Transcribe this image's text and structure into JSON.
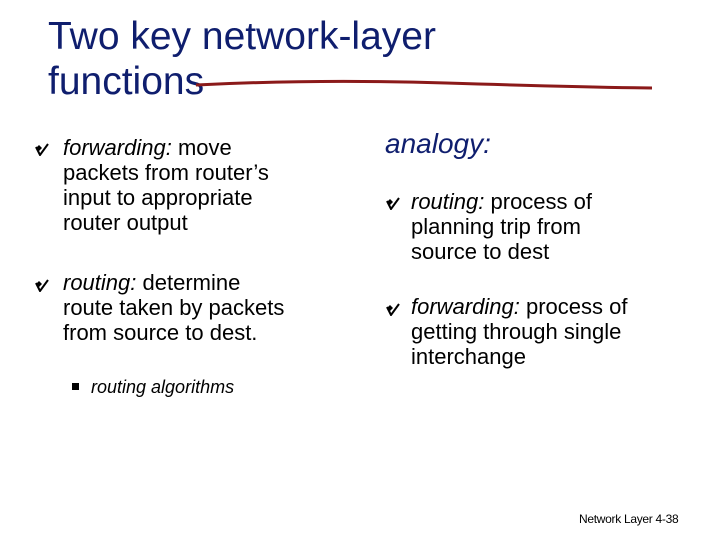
{
  "slide": {
    "title_line1": "Two key network-layer",
    "title_line2": "functions",
    "accent_color": "#0f1e6e",
    "bullet_icon": "checkmark-diamond-bullet"
  },
  "left": {
    "bullets": [
      {
        "term": "forwarding:",
        "text_l1": " move",
        "text_l2": "packets from router’s",
        "text_l3": "input to appropriate",
        "text_l4": "router output"
      },
      {
        "term": "routing:",
        "text_l1": " determine",
        "text_l2": "route taken by packets",
        "text_l3": "from source to dest."
      }
    ],
    "sub_bullet": "routing algorithms"
  },
  "right": {
    "heading": "analogy:",
    "bullets": [
      {
        "term": "routing:",
        "text_l1": " process of",
        "text_l2": "planning trip from",
        "text_l3": "source to dest"
      },
      {
        "term": "forwarding:",
        "text_l1": " process of",
        "text_l2": "getting through single",
        "text_l3": "interchange"
      }
    ]
  },
  "footer": {
    "label": "Network Layer",
    "page": "4-38"
  }
}
